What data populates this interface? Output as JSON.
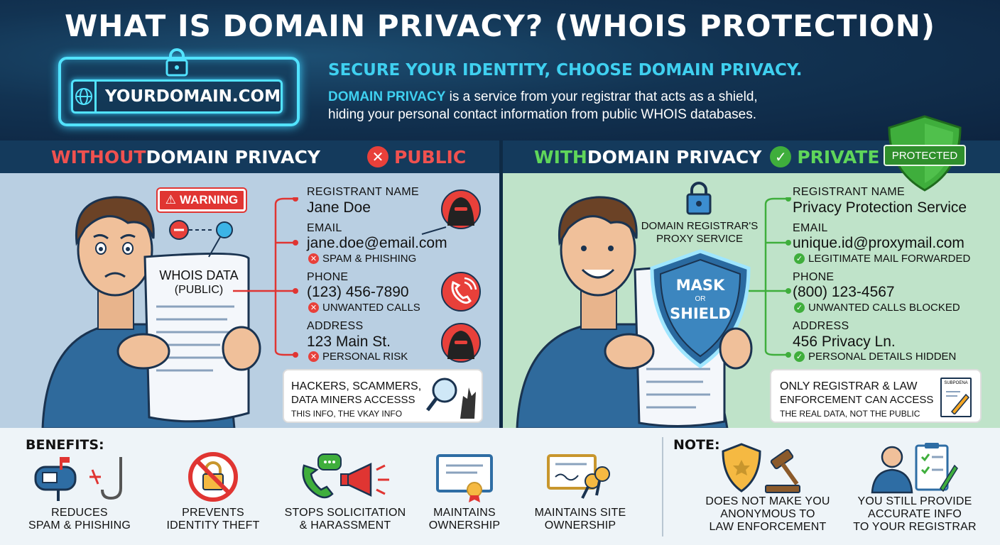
{
  "header": {
    "title": "WHAT IS DOMAIN PRIVACY? (WHOIS PROTECTION)",
    "domain": "YOURDOMAIN.COM",
    "tagline": "SECURE YOUR IDENTITY, CHOOSE DOMAIN PRIVACY.",
    "desc_strong": "DOMAIN PRIVACY",
    "desc_line1": " is a service from your registrar that acts as a shield,",
    "desc_line2": "hiding your personal contact information from public WHOIS databases."
  },
  "without": {
    "prefix": "WITHOUT",
    "suffix": " DOMAIN PRIVACY",
    "status": "PUBLIC",
    "warning": "WARNING",
    "scroll_title": "WHOIS DATA",
    "scroll_sub": "(PUBLIC)",
    "fields": [
      {
        "label": "REGISTRANT NAME",
        "value": "Jane Doe",
        "note": ""
      },
      {
        "label": "EMAIL",
        "value": "jane.doe@email.com",
        "note": "SPAM & PHISHING"
      },
      {
        "label": "PHONE",
        "value": "(123) 456-7890",
        "note": "UNWANTED CALLS"
      },
      {
        "label": "ADDRESS",
        "value": "123 Main St.",
        "note": "PERSONAL RISK"
      }
    ],
    "box_line1": "HACKERS, SCAMMERS,",
    "box_line2": "DATA MINERS ACCESSS",
    "box_line3": "THIS INFO, THE VKAY INFO"
  },
  "with": {
    "prefix": "WITH",
    "suffix": " DOMAIN PRIVACY",
    "status": "PRIVATE",
    "badge": "PROTECTED",
    "proxy_line1": "DOMAIN REGISTRAR'S",
    "proxy_line2": "PROXY SERVICE",
    "shield_top": "MASK",
    "shield_mid": "OR",
    "shield_bot": "SHIELD",
    "fields": [
      {
        "label": "REGISTRANT NAME",
        "value": "Privacy Protection Service",
        "note": ""
      },
      {
        "label": "EMAIL",
        "value": "unique.id@proxymail.com",
        "note": "LEGITIMATE MAIL FORWARDED"
      },
      {
        "label": "PHONE",
        "value": "(800) 123-4567",
        "note": "UNWANTED CALLS BLOCKED"
      },
      {
        "label": "ADDRESS",
        "value": "456 Privacy Ln.",
        "note": "PERSONAL DETAILS HIDDEN"
      }
    ],
    "box_line1": "ONLY REGISTRAR & LAW",
    "box_line2": "ENFORCEMENT CAN ACCESS",
    "box_line3": "THE REAL DATA, NOT THE PUBLIC",
    "doc_label": "SUBPOENA"
  },
  "benefits": {
    "heading": "BENEFITS:",
    "items": [
      {
        "line1": "REDUCES",
        "line2": "SPAM & PHISHING"
      },
      {
        "line1": "PREVENTS",
        "line2": "IDENTITY THEFT"
      },
      {
        "line1": "STOPS SOLICITATION",
        "line2": "& HARASSMENT"
      },
      {
        "line1": "MAINTAINS",
        "line2": "OWNERSHIP"
      },
      {
        "line1": "MAINTAINS SITE",
        "line2": "OWNERSHIP"
      }
    ]
  },
  "note": {
    "heading": "NOTE:",
    "items": [
      {
        "line1": "DOES NOT MAKE YOU",
        "line2": "ANONYMOUS TO",
        "line3": "LAW ENFORCEMENT"
      },
      {
        "line1": "YOU STILL PROVIDE",
        "line2": "ACCURATE INFO",
        "line3": "TO YOUR REGISTRAR"
      }
    ]
  },
  "colors": {
    "public_red": "#e8403a",
    "private_green": "#3fae3c",
    "neon": "#52e3ff",
    "accent_cyan": "#3fd0f0"
  }
}
